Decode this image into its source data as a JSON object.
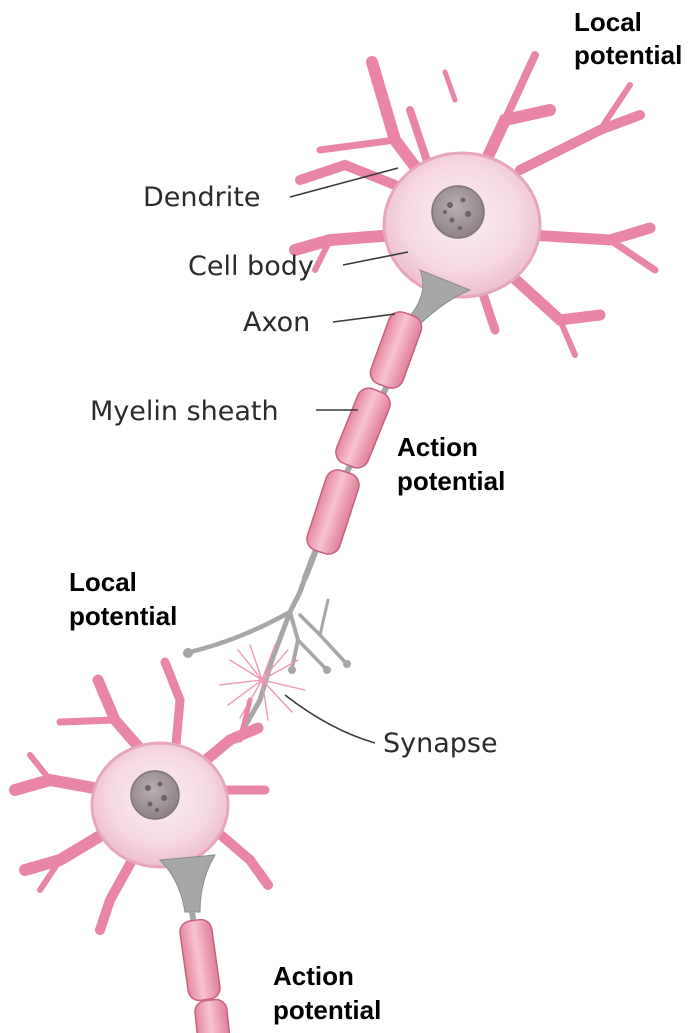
{
  "labels": {
    "dendrite": "Dendrite",
    "cell_body": "Cell body",
    "axon": "Axon",
    "myelin_sheath": "Myelin sheath",
    "synapse": "Synapse"
  },
  "annotations": {
    "local_potential_top": [
      "Local",
      "potential"
    ],
    "action_potential_mid": [
      "Action",
      "potential"
    ],
    "local_potential_left": [
      "Local",
      "potential"
    ],
    "action_potential_bottom": [
      "Action",
      "potential"
    ]
  },
  "colors": {
    "dendrite_pink": "#e985a8",
    "dendrite_pink_light": "#f3b6cb",
    "soma": "#f6dde6",
    "nucleus": "#a49aa0",
    "axon_gray": "#a7a7a7",
    "myelin": "#f2a9c0",
    "myelin_edge": "#c8607f",
    "synapse_spark": "#ee9ab8"
  }
}
